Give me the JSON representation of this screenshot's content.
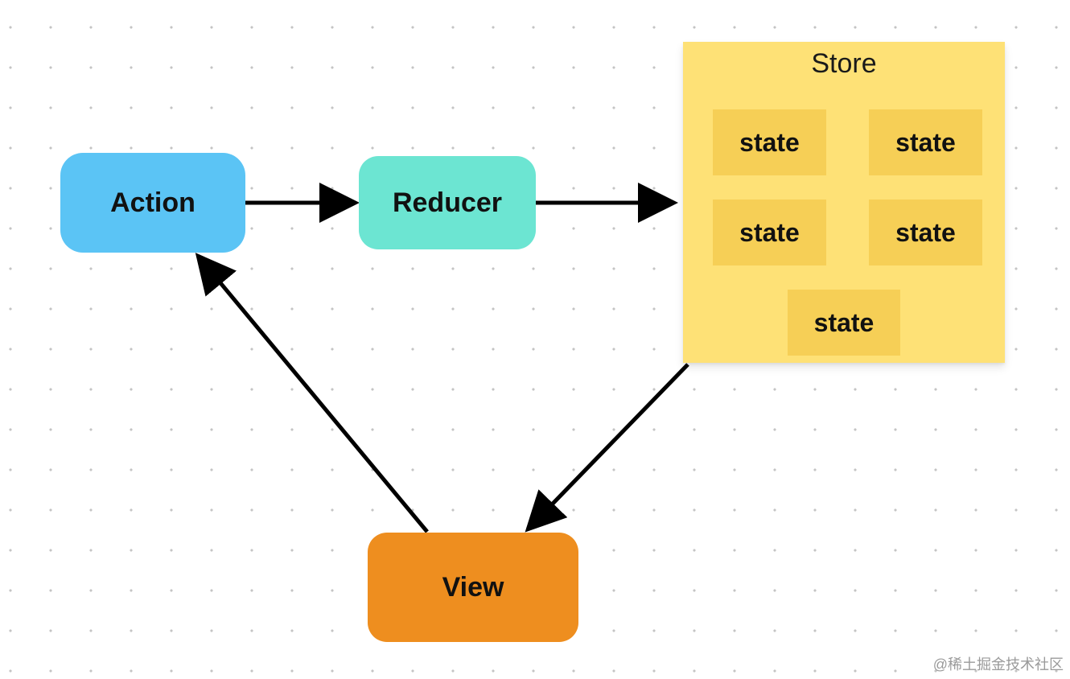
{
  "nodes": {
    "action": {
      "label": "Action",
      "color": "#5bc4f5"
    },
    "reducer": {
      "label": "Reducer",
      "color": "#6ce5d2"
    },
    "view": {
      "label": "View",
      "color": "#ee8e1f"
    }
  },
  "store": {
    "title": "Store",
    "color": "#fee176",
    "state_color": "#f6cf56",
    "states": [
      "state",
      "state",
      "state",
      "state",
      "state"
    ]
  },
  "edges": [
    {
      "from": "Action",
      "to": "Reducer"
    },
    {
      "from": "Reducer",
      "to": "Store"
    },
    {
      "from": "Store",
      "to": "View"
    },
    {
      "from": "View",
      "to": "Action"
    }
  ],
  "watermark": "@稀土掘金技术社区"
}
